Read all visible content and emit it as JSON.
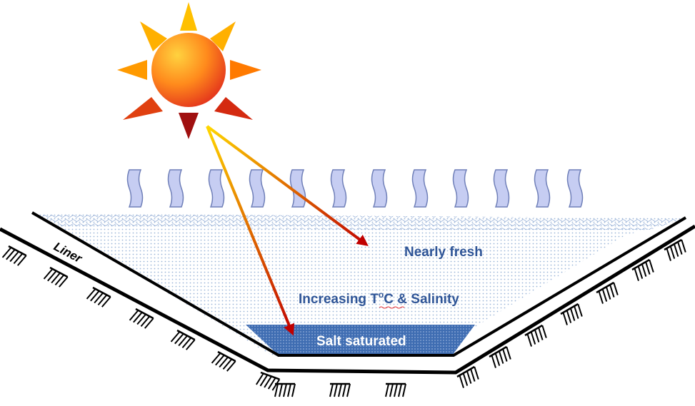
{
  "labels": {
    "liner": "Liner",
    "top_zone": "Nearly fresh",
    "middle_zone_prefix": "Increasing T",
    "middle_zone_superscript": "o",
    "middle_zone_suffix": "C & Salinity",
    "bottom_zone": "Salt saturated"
  },
  "colors": {
    "zone_label": "#2f5597",
    "water_dots": "#9bb4d8",
    "salt_layer": "#3f6db2",
    "vapor_fill": "#c6cdf2",
    "vapor_stroke": "#6f7fb8",
    "sun_core_light": "#ffd23f",
    "sun_core_dark": "#e02a1c",
    "ray_start": "#ffd700",
    "ray_end": "#c00000",
    "liner": "#000000"
  },
  "icons": {
    "sun": "sun-icon",
    "vapor": "evaporation-wave-icon",
    "ground_hatch": "ground-hatch-icon"
  }
}
